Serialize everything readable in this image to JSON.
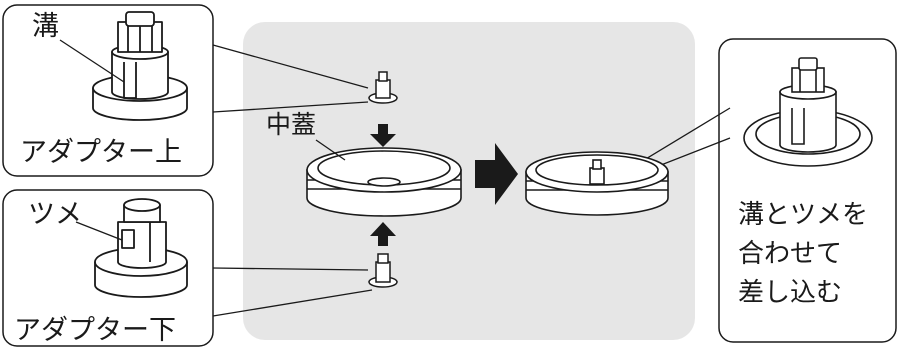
{
  "labels": {
    "groove": "溝",
    "adapter_upper": "アダプター上",
    "claw": "ツメ",
    "adapter_lower": "アダプター下",
    "middle_lid": "中蓋"
  },
  "instruction": {
    "lines": [
      "溝とツメを",
      "合わせて",
      "差し込む"
    ]
  },
  "colors": {
    "panel_background": "#e6e6e6",
    "line": "#1a1a1a",
    "arrow": "#1a1a1a"
  }
}
